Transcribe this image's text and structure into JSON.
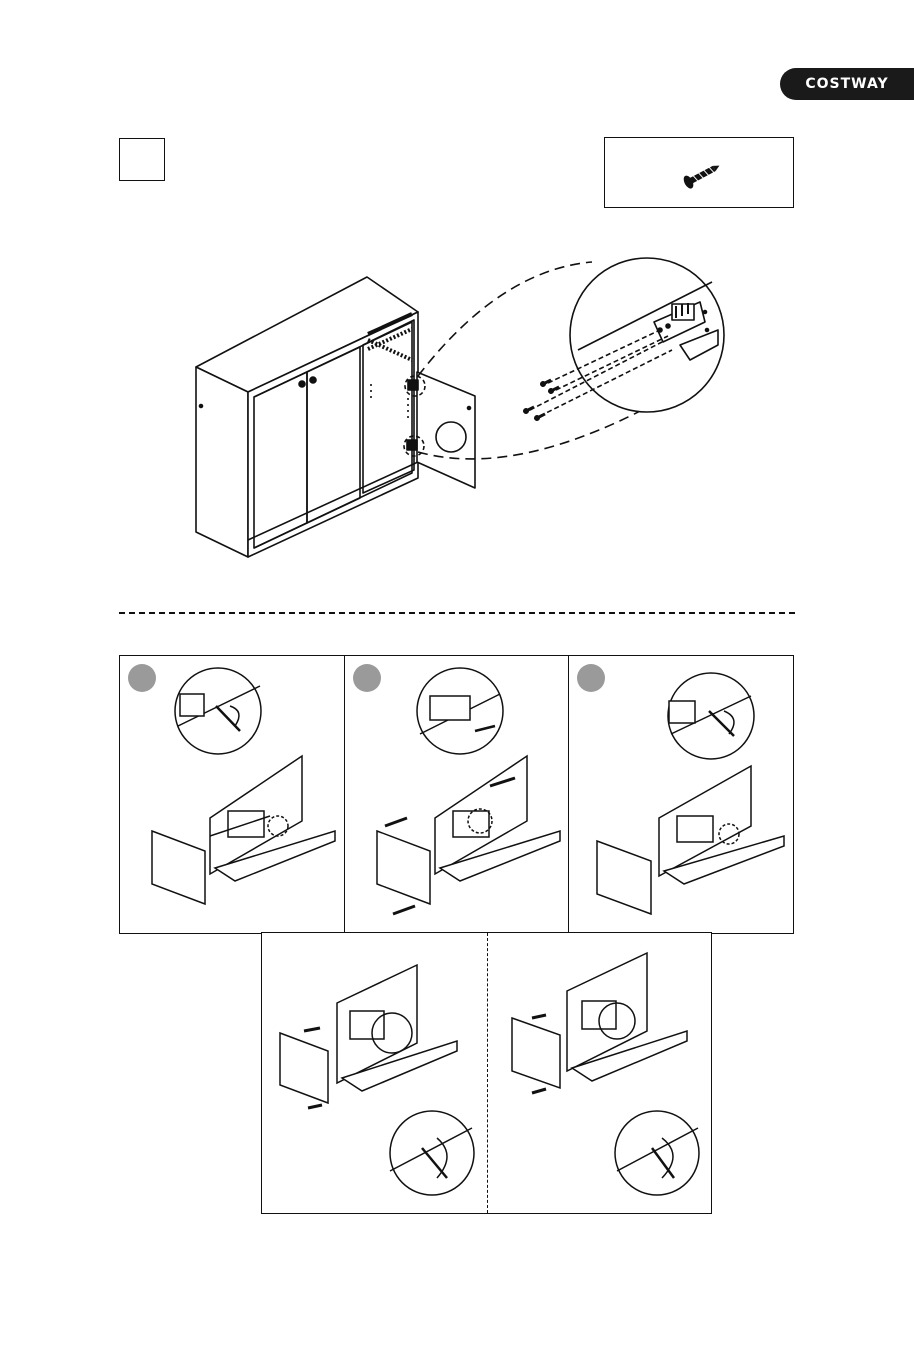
{
  "brand": {
    "logo_text": "COSTWAY"
  },
  "colors": {
    "ink": "#111111",
    "brand_bg": "#1a1a1a",
    "brand_text": "#ffffff",
    "step_marker": "#9a9a9a"
  },
  "icons": {
    "part": "screw-icon"
  },
  "adjust_panels": [
    {
      "marker": "",
      "action": "screw-turn"
    },
    {
      "marker": "",
      "action": "slide-arrows"
    },
    {
      "marker": "",
      "action": "screw-turn"
    }
  ],
  "adjust_panels_bottom": [
    {
      "action": "tilt-up"
    },
    {
      "action": "tilt-down"
    }
  ]
}
